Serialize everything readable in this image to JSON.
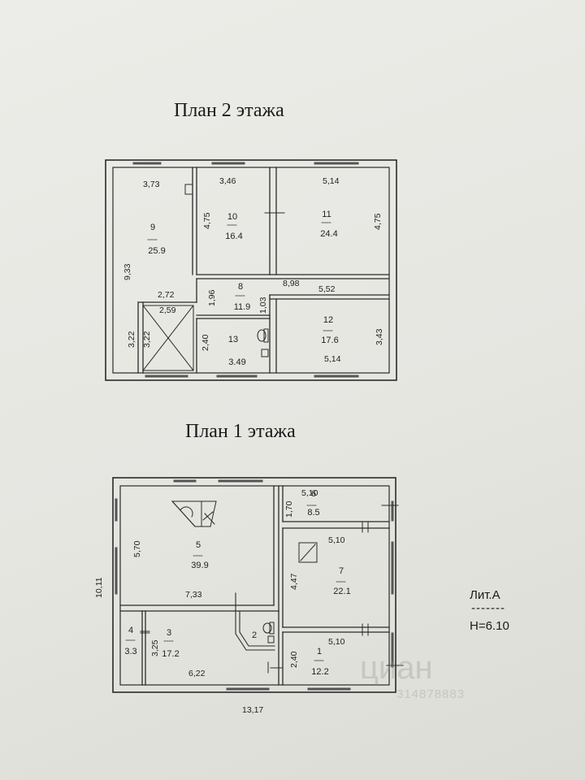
{
  "floor2": {
    "title": "План 2 этажа",
    "rooms": [
      {
        "num": "9",
        "area": "25.9"
      },
      {
        "num": "10",
        "area": "16.4"
      },
      {
        "num": "11",
        "area": "24.4"
      },
      {
        "num": "8",
        "area": "11.9"
      },
      {
        "num": "13",
        "area": "3.49"
      },
      {
        "num": "12",
        "area": "17.6"
      }
    ],
    "dims": {
      "r9_top": "3,73",
      "r9_side": "9,33",
      "r9_bottom": "2,72",
      "r10_top": "3,46",
      "r10_side": "4,75",
      "r11_top": "5,14",
      "r11_side": "4,75",
      "r8_top": "8,98",
      "r8_top2": "5,52",
      "r8_side": "1,96",
      "r8_side2": "1,03",
      "stair_top": "2,59",
      "stair_side1": "3,22",
      "stair_side2": "3,22",
      "r13_side": "2,40",
      "r12_bottom": "5,14",
      "r12_side": "3,43"
    }
  },
  "floor1": {
    "title": "План 1  этажа",
    "rooms": [
      {
        "num": "6",
        "area": "8.5"
      },
      {
        "num": "5",
        "area": "39.9"
      },
      {
        "num": "7",
        "area": "22.1"
      },
      {
        "num": "4",
        "area": "3.3"
      },
      {
        "num": "3",
        "area": "17.2"
      },
      {
        "num": "2",
        "area": ""
      },
      {
        "num": "1",
        "area": "12.2"
      }
    ],
    "dims": {
      "r6_top": "5,10",
      "r6_side": "1,70",
      "r5_side": "5,70",
      "r5_bottom": "7,33",
      "r7_top": "5,10",
      "r7_side": "4,47",
      "r3_side": "3,25",
      "r3_bottom": "6,22",
      "r1_top": "5,10",
      "r1_side": "2,40",
      "total_height": "10,11",
      "total_width": "13,17"
    }
  },
  "liter": {
    "label": "Лит.А",
    "height": "H=6.10"
  },
  "watermark": {
    "brand": "циан",
    "number": "314878883"
  }
}
